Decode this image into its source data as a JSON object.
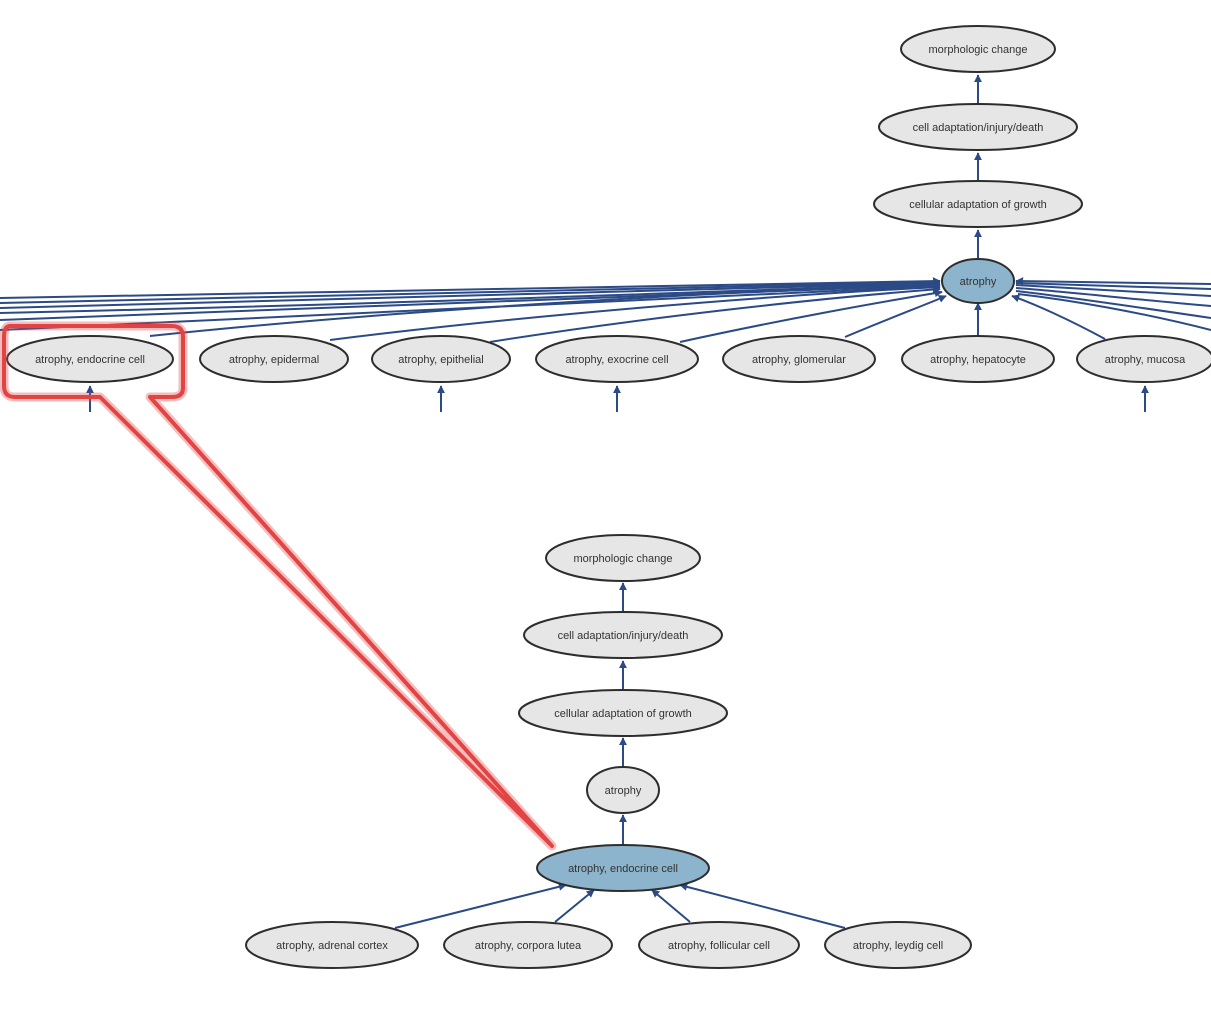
{
  "colors": {
    "edge": "#2b4a86",
    "node_fill": "#e6e6e6",
    "node_stroke": "#2d2d2d",
    "highlight_fill": "#8cb4cc",
    "callout": "#e24444"
  },
  "top_graph": {
    "ancestors": [
      "morphologic change",
      "cell adaptation/injury/death",
      "cellular adaptation of growth"
    ],
    "selected": "atrophy",
    "children": [
      "atrophy, endocrine cell",
      "atrophy, epidermal",
      "atrophy, epithelial",
      "atrophy, exocrine cell",
      "atrophy, glomerular",
      "atrophy, hepatocyte",
      "atrophy, mucosa"
    ]
  },
  "bottom_graph": {
    "ancestors": [
      "morphologic change",
      "cell adaptation/injury/death",
      "cellular adaptation of growth",
      "atrophy"
    ],
    "selected": "atrophy, endocrine cell",
    "children": [
      "atrophy, adrenal cortex",
      "atrophy, corpora lutea",
      "atrophy, follicular cell",
      "atrophy, leydig cell"
    ]
  }
}
